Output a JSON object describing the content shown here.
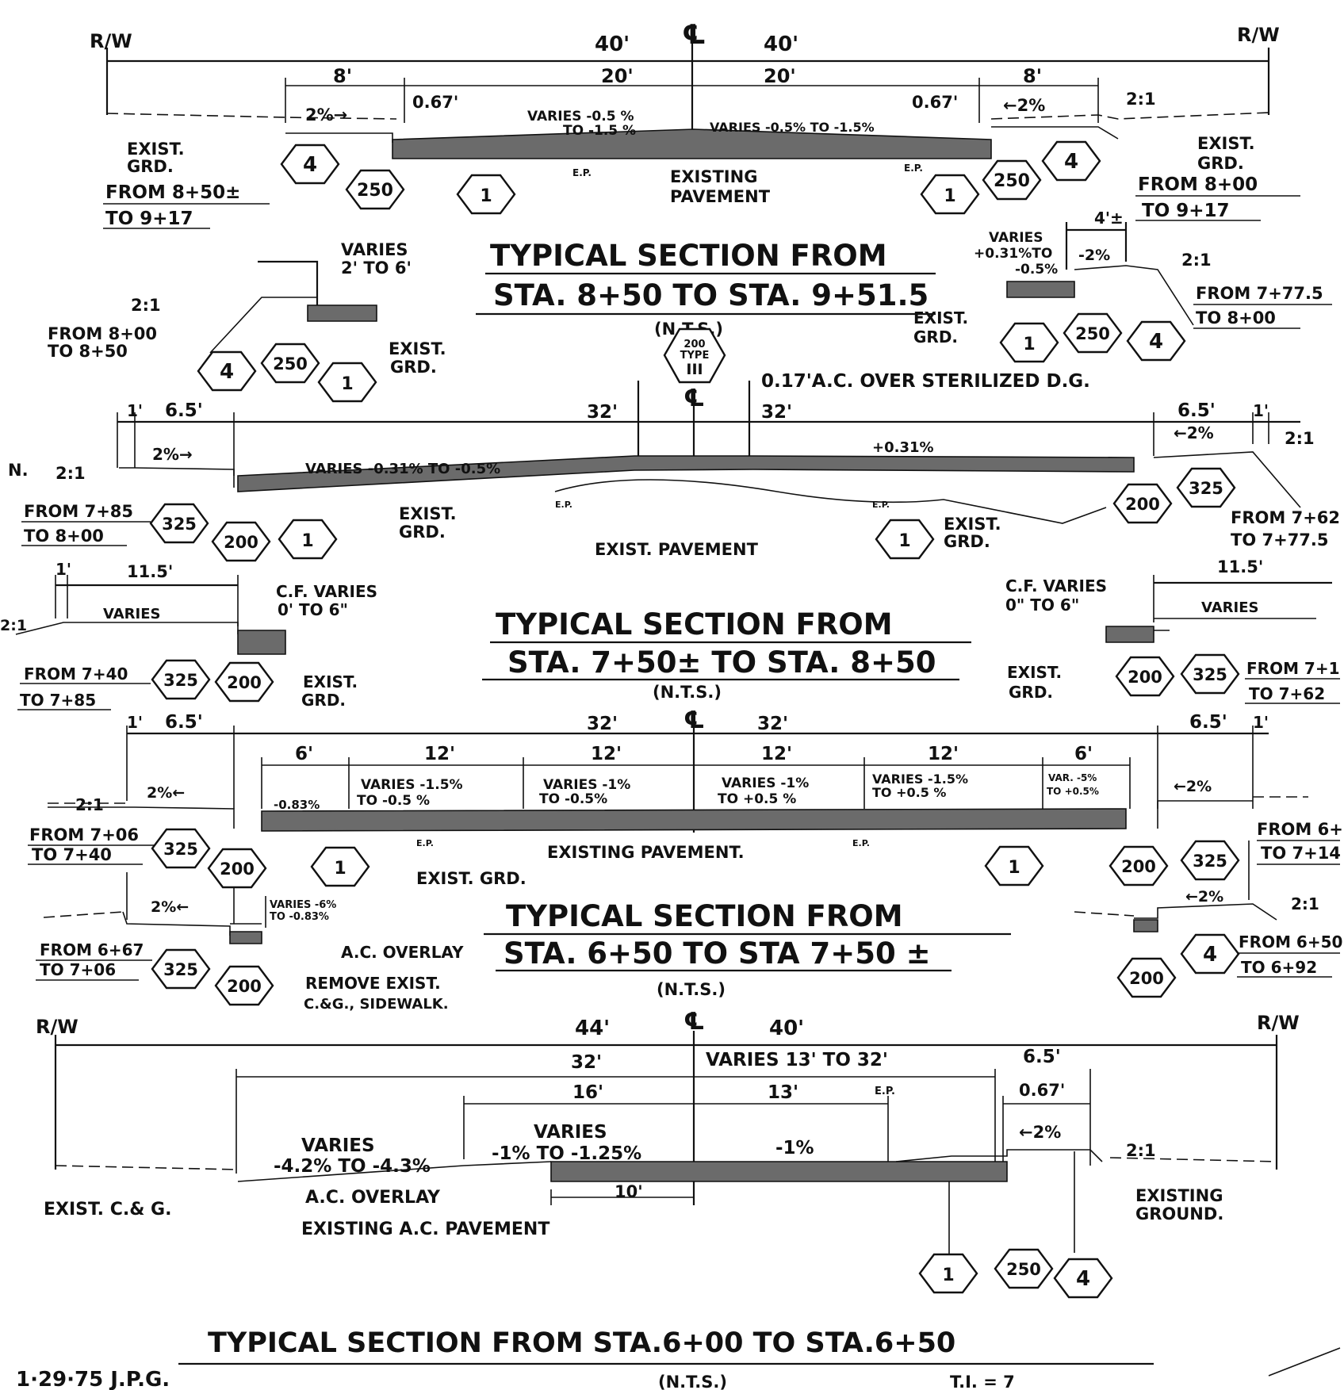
{
  "colors": {
    "ink": "#111111",
    "pavement": "#6b6b6b",
    "paper": "#ffffff"
  },
  "s1": {
    "rw_left": "R/W",
    "rw_right": "R/W",
    "cl": "℄",
    "d40l": "40'",
    "d40r": "40'",
    "d8l": "8'",
    "d20l": "20'",
    "d20r": "20'",
    "d8r": "8'",
    "d067l": "0.67'",
    "d067r": "0.67'",
    "slope_l": "2%→",
    "slope_r": "←2%",
    "side_r": "2:1",
    "varies1": "VARIES -0.5 %",
    "varies1b": "TO -1.5 %",
    "varies2": "VARIES  -0.5% TO -1.5%",
    "ep": "E.P.",
    "existing_pavement1": "EXISTING",
    "existing_pavement2": "PAVEMENT",
    "exist_grd_l1": "EXIST.",
    "exist_grd_l2": "GRD.",
    "exist_grd_r1": "EXIST.",
    "exist_grd_r2": "GRD.",
    "from_l1": "FROM 8+50±",
    "from_l2": "TO 9+17",
    "from_r1": "FROM 8+00",
    "from_r2": "TO 9+17",
    "h4": "4",
    "h250": "250",
    "h1": "1",
    "title1": "TYPICAL  SECTION  FROM",
    "title2": "STA. 8+50  TO  STA. 9+51.5",
    "nts": "(N.T.S.)"
  },
  "s1_insets": {
    "left_varies1": "VARIES",
    "left_varies2": "2' TO 6'",
    "left_21": "2:1",
    "left_from1": "FROM 8+00",
    "left_from2": "TO 8+50",
    "left_exist1": "EXIST.",
    "left_exist2": "GRD.",
    "right_41": "4'±",
    "right_varies1": "VARIES",
    "right_varies2": "+0.31%TO",
    "right_varies3": "-0.5%",
    "right_slope": "-2%",
    "right_21": "2:1",
    "right_exist1": "EXIST.",
    "right_exist2": "GRD.",
    "right_from1": "FROM 7+77.5",
    "right_from2": "TO 8+00"
  },
  "s2": {
    "hex200_line1": "200",
    "hex200_line2": "TYPE",
    "hex200_line3": "III",
    "cl": "℄",
    "ac_note": "0.17'A.C. OVER STERILIZED D.G.",
    "d1": "1'",
    "d65": "6.5'",
    "d32l": "32'",
    "d32r": "32'",
    "d65r": "6.5'",
    "d1r": "1'",
    "n": "N.",
    "s21": "2:1",
    "slope_l": "2%→",
    "varies": "VARIES  -0.31%  TO  -0.5%",
    "p031": "+0.31%",
    "slope_r": "←2%",
    "s21r": "2:1",
    "from_l1": "FROM 7+85",
    "from_l2": "TO 8+00",
    "exist_grd1": "EXIST.",
    "exist_grd2": "GRD.",
    "exist_pave": "EXIST. PAVEMENT",
    "exist_grd_r1": "EXIST.",
    "exist_grd_r2": "GRD.",
    "from_r1": "FROM 7+62",
    "from_r2": "TO 7+77.5",
    "ep": "E.P.",
    "h325": "325",
    "h200": "200",
    "h1": "1"
  },
  "s2_insets": {
    "l_1": "1'",
    "l_115": "11.5'",
    "l_varies": "VARIES",
    "l_21": "2:1",
    "l_cf1": "C.F. VARIES",
    "l_cf2": "0' TO 6\"",
    "l_from1": "FROM 7+40",
    "l_from2": "TO 7+85",
    "l_exist1": "EXIST.",
    "l_exist2": "GRD.",
    "title1": "TYPICAL  SECTION  FROM",
    "title2": "STA. 7+50±  TO STA. 8+50",
    "nts": "(N.T.S.)",
    "r_cf1": "C.F. VARIES",
    "r_cf2": "0\" TO 6\"",
    "r_115": "11.5'",
    "r_varies": "VARIES",
    "r_exist1": "EXIST.",
    "r_exist2": "GRD.",
    "r_from1": "FROM 7+1",
    "r_from2": "TO 7+62"
  },
  "s3": {
    "d1": "1'",
    "d65": "6.5'",
    "d32l": "32'",
    "cl": "℄",
    "d32r": "32'",
    "d65r": "6.5'",
    "d1r": "1'",
    "d6": "6'",
    "d12a": "12'",
    "d12b": "12'",
    "d12c": "12'",
    "d12d": "12'",
    "d6r": "6'",
    "s21": "2:1",
    "slope_l": "2%←",
    "p083": "-0.83%",
    "v1a": "VARIES -1.5%",
    "v1b": "TO -0.5 %",
    "v2a": "VARIES -1%",
    "v2b": "TO -0.5%",
    "v3a": "VARIES -1%",
    "v3b": "TO +0.5 %",
    "v4a": "VARIES -1.5%",
    "v4b": "TO +0.5 %",
    "v5a": "VAR. -5%",
    "v5b": "TO +0.5%",
    "slope_r": "←2%",
    "from_l1": "FROM 7+06",
    "from_l2": "TO  7+40",
    "existing_pave": "EXISTING  PAVEMENT.",
    "exist_grd": "EXIST. GRD.",
    "from_r1": "FROM 6+",
    "from_r2": "TO 7+14",
    "ep": "E.P.",
    "h325": "325",
    "h200": "200",
    "h1": "1"
  },
  "s3_insets": {
    "l_slope": "2%←",
    "l_varies1": "VARIES -6%",
    "l_varies2": "TO -0.83%",
    "l_ac": "A.C. OVERLAY",
    "l_from1": "FROM 6+67",
    "l_from2": "TO 7+06",
    "l_remove1": "REMOVE  EXIST.",
    "l_remove2": "C.&G., SIDEWALK.",
    "title1": "TYPICAL  SECTION  FROM",
    "title2": "STA. 6+50  TO   STA 7+50 ±",
    "nts": "(N.T.S.)",
    "r_slope": "←2%",
    "r_21": "2:1",
    "r_from1": "FROM 6+50.",
    "r_from2": "TO 6+92",
    "h325": "325",
    "h200": "200",
    "h4": "4"
  },
  "s4": {
    "rw_left": "R/W",
    "rw_right": "R/W",
    "cl": "℄",
    "d44": "44'",
    "d40": "40'",
    "d32": "32'",
    "varies13": "VARIES 13' TO 32'",
    "d65": "6.5'",
    "d16": "16'",
    "d13": "13'",
    "ep": "E.P.",
    "d067": "0.67'",
    "varies_a1": "VARIES",
    "varies_a2": "-4.2% TO -4.3%",
    "varies_b1": "VARIES",
    "varies_b2": "-1% TO -1.25%",
    "p1": "-1%",
    "slope_r": "←2%",
    "s21": "2:1",
    "d10": "10'",
    "exist_cg": "EXIST. C.& G.",
    "ac_overlay": "A.C. OVERLAY",
    "existing_ac": "EXISTING A.C. PAVEMENT",
    "existing_ground1": "EXISTING",
    "existing_ground2": "GROUND.",
    "h1": "1",
    "h250": "250",
    "h4": "4",
    "title": "TYPICAL   SECTION  FROM  STA.6+00  TO STA.6+50",
    "nts": "(N.T.S.)",
    "ti": "T.I. = 7"
  },
  "footer": {
    "date": "1·29·75  J.P.G."
  }
}
